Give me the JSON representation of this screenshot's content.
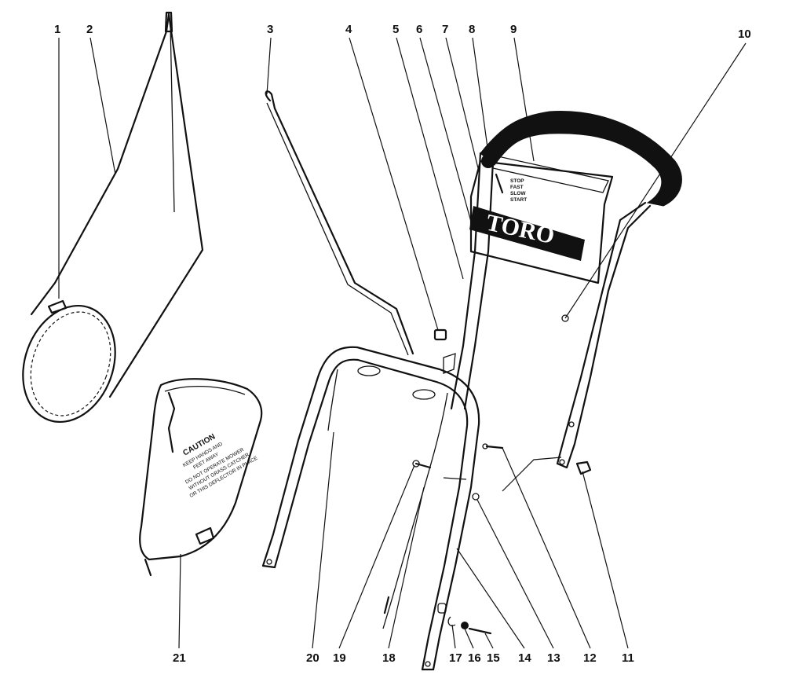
{
  "callouts": [
    "1",
    "2",
    "3",
    "4",
    "5",
    "6",
    "7",
    "8",
    "9",
    "10",
    "11",
    "12",
    "13",
    "14",
    "15",
    "16",
    "17",
    "18",
    "19",
    "20",
    "21"
  ],
  "brand_label": "TORO",
  "caution_decal": {
    "title": "CAUTION",
    "lines": [
      "KEEP HANDS AND",
      "FEET AWAY",
      "DO NOT OPERATE MOWER",
      "WITHOUT GRASS CATCHER",
      "OR THIS DEFLECTOR IN PLACE"
    ]
  },
  "control_decal_lines": [
    "STOP",
    "FAST",
    "SLOW",
    "START"
  ],
  "colors": {
    "ink": "#111111",
    "paper": "#ffffff"
  }
}
